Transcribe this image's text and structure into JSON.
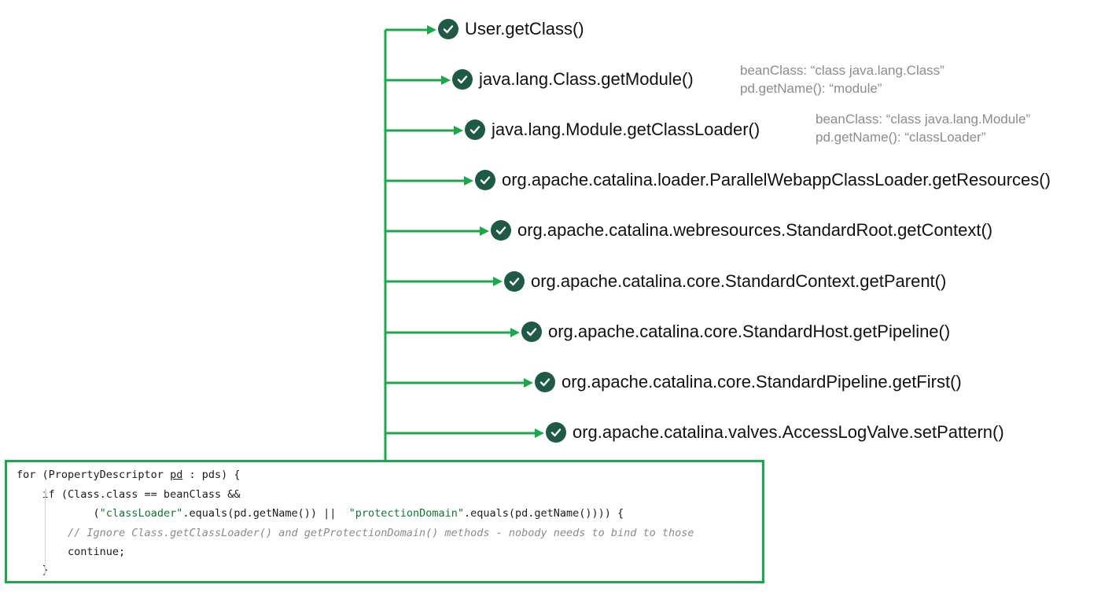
{
  "steps": [
    "User.getClass()",
    "java.lang.Class.getModule()",
    "java.lang.Module.getClassLoader()",
    "org.apache.catalina.loader.ParallelWebappClassLoader.getResources()",
    "org.apache.catalina.webresources.StandardRoot.getContext()",
    "org.apache.catalina.core.StandardContext.getParent()",
    "org.apache.catalina.core.StandardHost.getPipeline()",
    "org.apache.catalina.core.StandardPipeline.getFirst()",
    "org.apache.catalina.valves.AccessLogValve.setPattern()"
  ],
  "notes": [
    {
      "line1": "beanClass: “class java.lang.Class”",
      "line2": "pd.getName(): “module”"
    },
    {
      "line1": "beanClass: “class java.lang.Module”",
      "line2": "pd.getName(): “classLoader”"
    }
  ],
  "code": {
    "l1_for": "for (PropertyDescriptor ",
    "l1_var": "pd",
    "l1_rest": " : pds) {",
    "l2": "    if (Class.class == beanClass &&",
    "l3_open": "            (",
    "l3_str1": "\"classLoader\"",
    "l3_mid": ".equals(pd.getName()) ||  ",
    "l3_str2": "\"protectionDomain\"",
    "l3_end": ".equals(pd.getName()))) {",
    "l4": "        // Ignore Class.getClassLoader() and getProtectionDomain() methods - nobody needs to bind to those",
    "l5": "        continue;",
    "l6": "    }"
  },
  "colors": {
    "connector": "#1aa84a",
    "check": "#1e5a46",
    "note": "#8c8c8c"
  }
}
